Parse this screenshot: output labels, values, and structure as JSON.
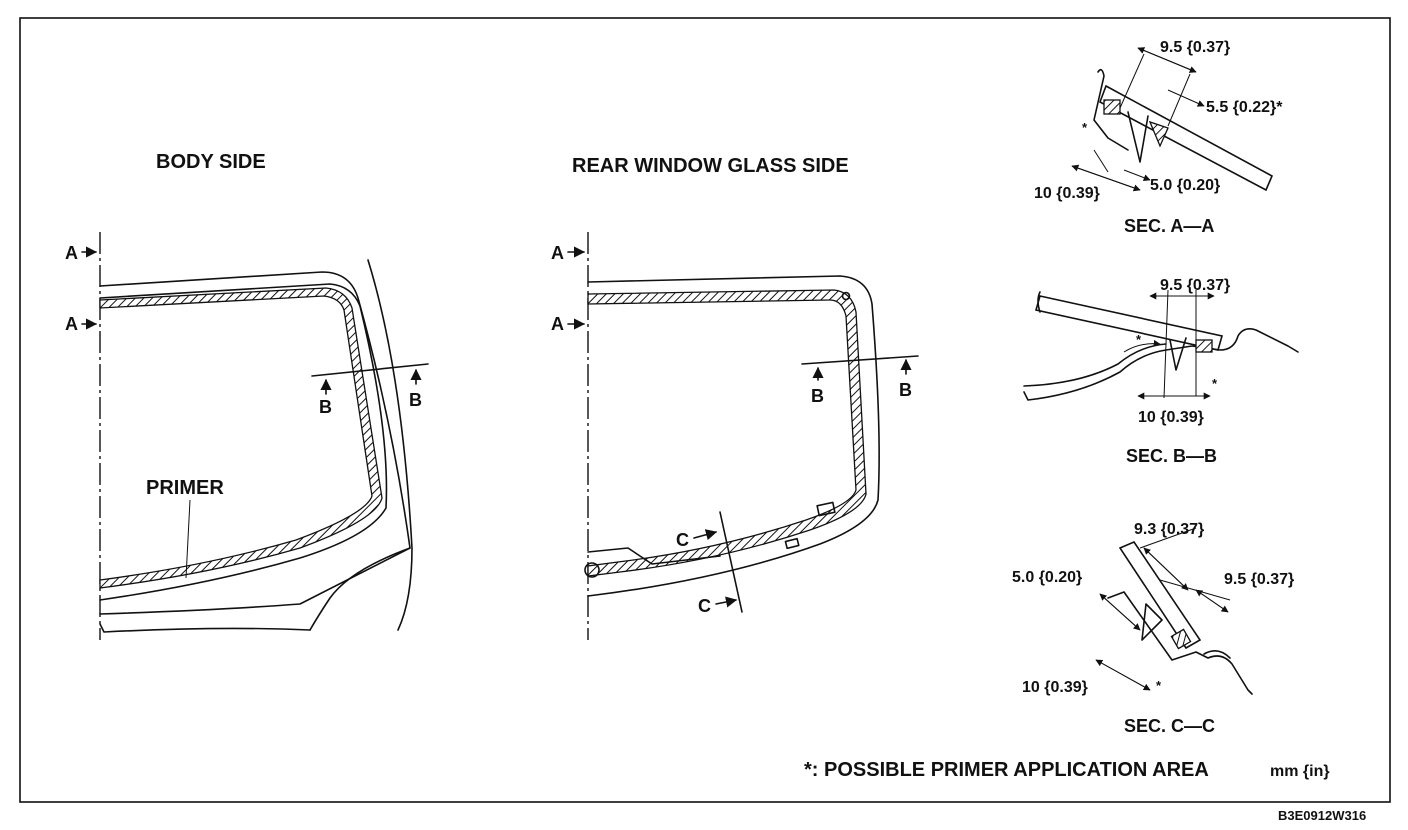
{
  "views": {
    "body_side_title": "BODY SIDE",
    "glass_side_title": "REAR WINDOW GLASS SIDE",
    "primer_label": "PRIMER",
    "marker_a": "A",
    "marker_b": "B",
    "marker_c": "C"
  },
  "sections": {
    "aa": {
      "title": "SEC. A—A",
      "dim_top": "9.5 {0.37}",
      "dim_right": "5.5 {0.22}*",
      "dim_bottom_right": "5.0 {0.20}",
      "dim_bottom_left": "10 {0.39}",
      "asterisk": "*"
    },
    "bb": {
      "title": "SEC. B—B",
      "dim_top": "9.5 {0.37}",
      "dim_bottom": "10 {0.39}",
      "asterisk_left": "*",
      "asterisk_right": "*"
    },
    "cc": {
      "title": "SEC. C—C",
      "dim_top": "9.3 {0.37}",
      "dim_right": "9.5 {0.37}",
      "dim_left": "5.0 {0.20}",
      "dim_bottom": "10 {0.39}",
      "asterisk": "*"
    }
  },
  "footer": {
    "note": "*: POSSIBLE PRIMER APPLICATION AREA",
    "units": "mm {in}",
    "figure_code": "B3E0912W316"
  }
}
